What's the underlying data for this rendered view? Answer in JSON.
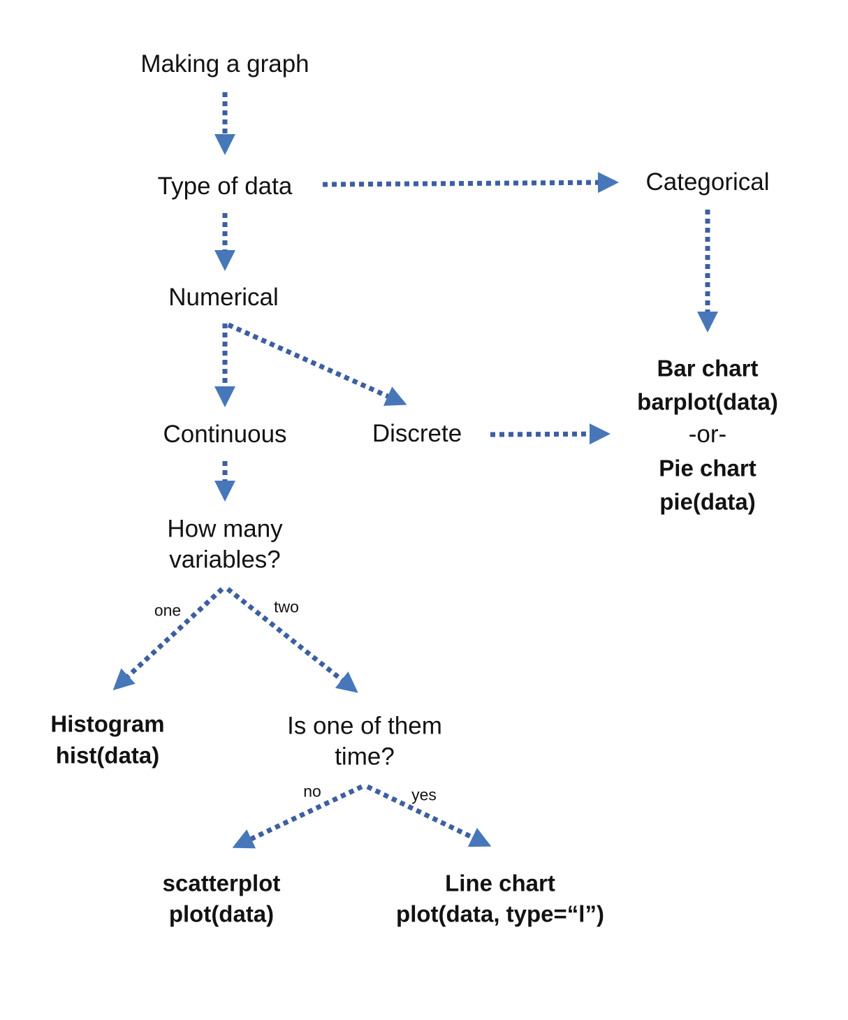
{
  "nodes": {
    "making": "Making a graph",
    "type_of_data": "Type of data",
    "categorical": "Categorical",
    "numerical": "Numerical",
    "continuous": "Continuous",
    "discrete": "Discrete",
    "how_many": "How many\nvariables?",
    "is_time": "Is one of them\ntime?"
  },
  "results": {
    "bar_chart_title": "Bar chart",
    "bar_chart_code": "barplot(data)",
    "or_separator": "-or-",
    "pie_chart_title": "Pie chart",
    "pie_chart_code": "pie(data)",
    "histogram_title": "Histogram",
    "histogram_code": "hist(data)",
    "scatterplot_title": "scatterplot",
    "scatterplot_code": "plot(data)",
    "line_chart_title": "Line chart",
    "line_chart_code": "plot(data, type=“l”)"
  },
  "edge_labels": {
    "one": "one",
    "two": "two",
    "no": "no",
    "yes": "yes"
  },
  "colors": {
    "arrow_dash": "#3D5FA1",
    "arrow_head": "#4777B9",
    "text": "#121212",
    "background": "#FFFFFF"
  }
}
